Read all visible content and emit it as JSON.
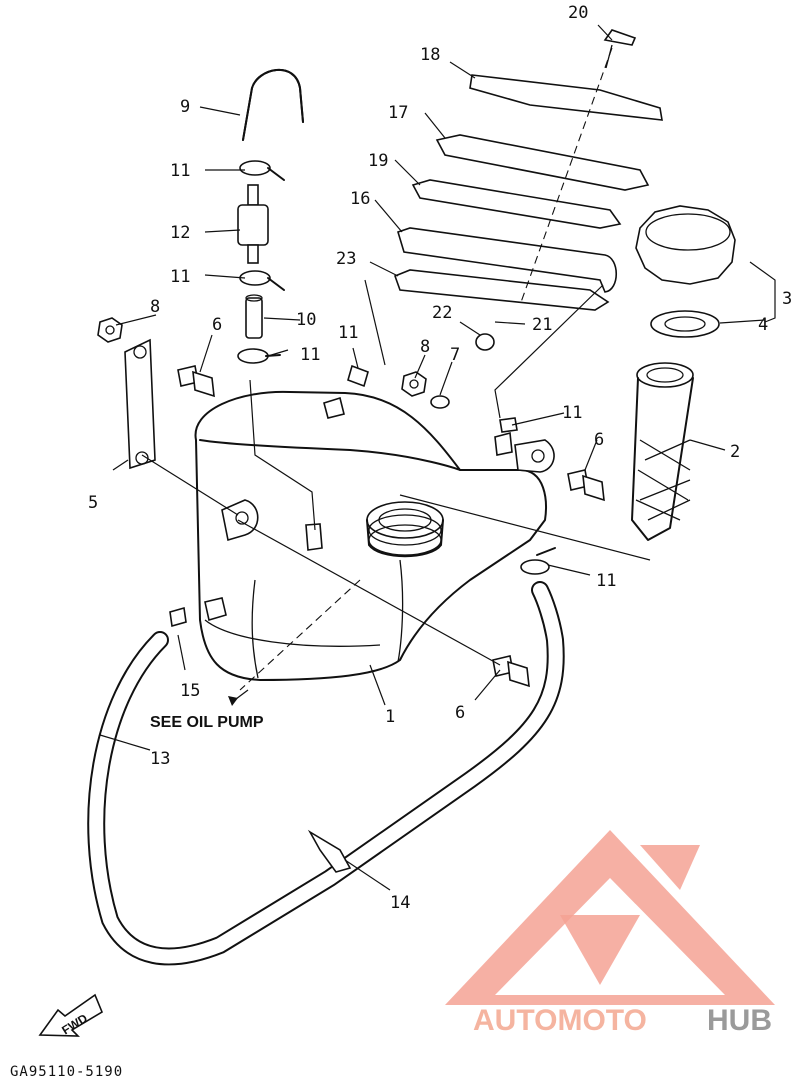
{
  "callouts": {
    "c1": "1",
    "c2": "2",
    "c3": "3",
    "c4": "4",
    "c5": "5",
    "c6a": "6",
    "c6b": "6",
    "c6c": "6",
    "c7": "7",
    "c8a": "8",
    "c8b": "8",
    "c9": "9",
    "c10": "10",
    "c11a": "11",
    "c11b": "11",
    "c11c": "11",
    "c11d": "11",
    "c11e": "11",
    "c11f": "11",
    "c12": "12",
    "c13": "13",
    "c14": "14",
    "c15": "15",
    "c16": "16",
    "c17": "17",
    "c18": "18",
    "c19": "19",
    "c20": "20",
    "c21": "21",
    "c22": "22",
    "c23": "23"
  },
  "note": "SEE OIL PUMP",
  "fwd_label": "FWD",
  "diagram_code": "GA95110-5190",
  "watermark": {
    "brand_part1": "AUTOMOTO",
    "brand_part2": "HUB",
    "color_red": "#f08070",
    "color_gray": "#9a9a9a"
  }
}
